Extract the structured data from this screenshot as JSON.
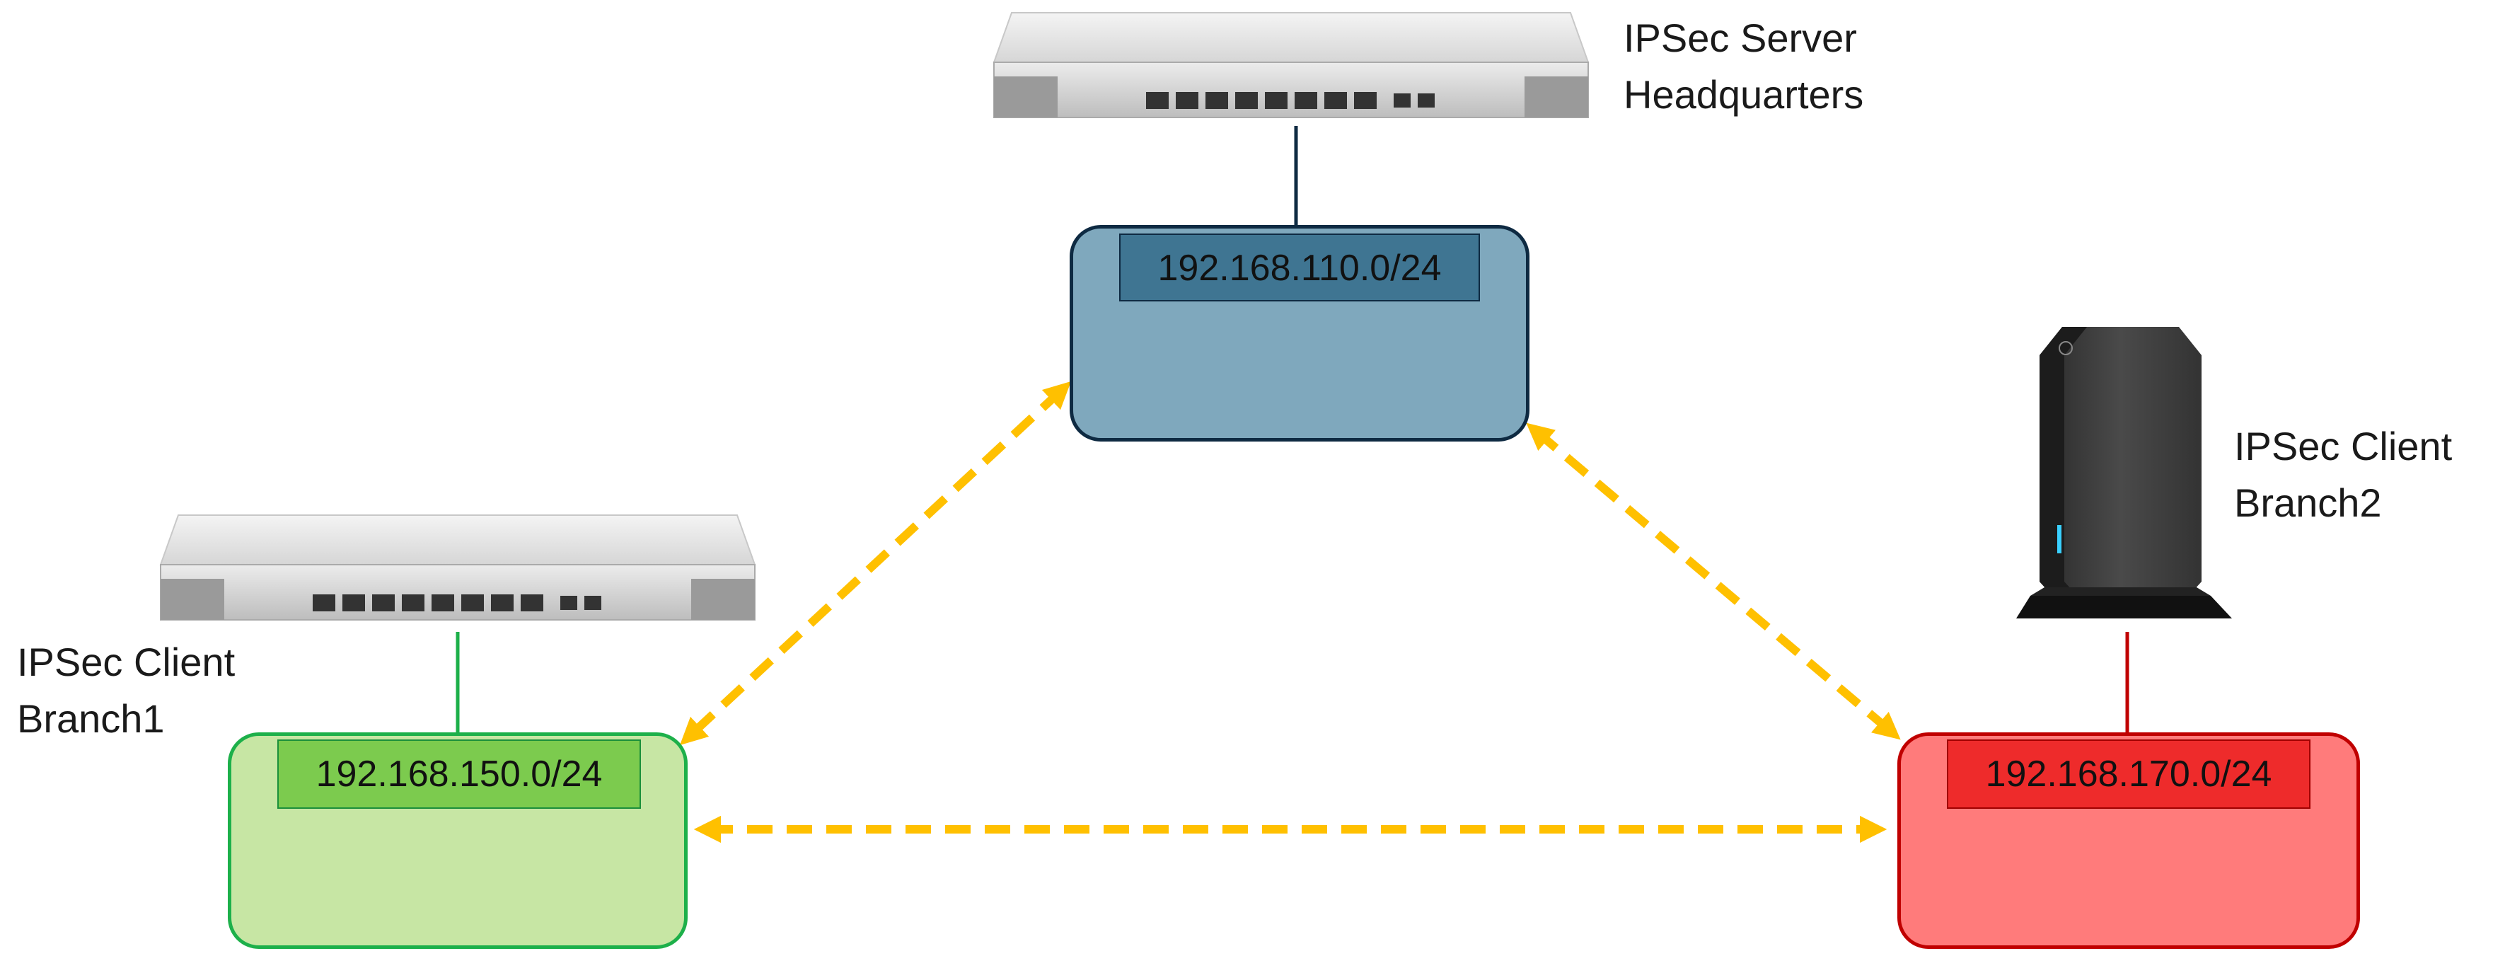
{
  "colors": {
    "hq": "#7fa8bd",
    "hq_border": "#0e2a42",
    "hq_subnet": "#3f7592",
    "branch1": "#c7e6a4",
    "branch1_border": "#1db04a",
    "branch1_subnet": "#7ccb4e",
    "branch2": "#ff7b7b",
    "branch2_border": "#c00000",
    "branch2_subnet": "#ee2b2b",
    "tunnel": "#ffc000"
  },
  "headquarters": {
    "label_line1": "IPSec Server",
    "label_line2": "Headquarters",
    "subnet": "192.168.110.0/24",
    "device_icon": "rack-router-icon"
  },
  "branch1": {
    "label_line1": "IPSec Client",
    "label_line2": "Branch1",
    "subnet": "192.168.150.0/24",
    "device_icon": "rack-router-icon"
  },
  "branch2": {
    "label_line1": "IPSec Client",
    "label_line2": "Branch2",
    "subnet": "192.168.170.0/24",
    "device_icon": "desktop-gateway-icon"
  },
  "links": [
    {
      "from": "headquarters",
      "to": "branch1",
      "type": "ipsec-tunnel",
      "style": "dashed",
      "direction": "bidirectional"
    },
    {
      "from": "headquarters",
      "to": "branch2",
      "type": "ipsec-tunnel",
      "style": "dashed",
      "direction": "bidirectional"
    },
    {
      "from": "branch1",
      "to": "branch2",
      "type": "ipsec-tunnel",
      "style": "dashed",
      "direction": "bidirectional"
    }
  ]
}
